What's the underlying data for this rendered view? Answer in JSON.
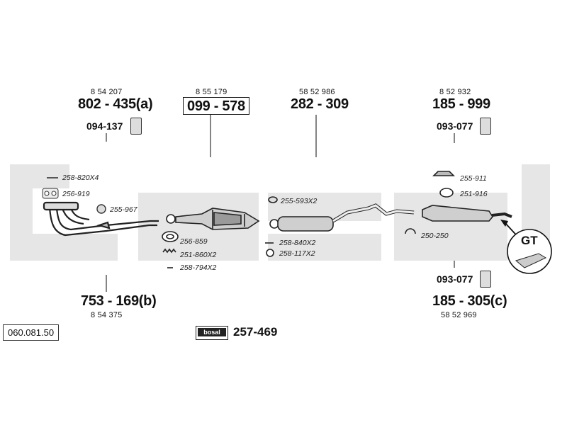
{
  "parts": [
    {
      "id": "p1",
      "ref": "8 54 207",
      "code": "802 - 435(a)"
    },
    {
      "id": "p2",
      "ref": "8 55 179",
      "code": "099 - 578"
    },
    {
      "id": "p3",
      "ref": "58 52 986",
      "code": "282 - 309"
    },
    {
      "id": "p4",
      "ref": "8 52 932",
      "code": "185 - 999"
    },
    {
      "id": "p5",
      "ref": "8 54 375",
      "code": "753 - 169(b)"
    },
    {
      "id": "p6",
      "ref": "58 52 969",
      "code": "185 - 305(c)"
    }
  ],
  "brackets": {
    "left_top": "094-137",
    "right_top": "093-077",
    "right_bottom": "093-077"
  },
  "small_parts": {
    "s258_820": "258-820X4",
    "s256_919": "256-919",
    "s255_967": "255-967",
    "s256_859": "256-859",
    "s251_860": "251-860X2",
    "s258_794": "258-794X2",
    "s255_593": "255-593X2",
    "s258_840": "258-840X2",
    "s258_117": "258-117X2",
    "s255_911": "255-911",
    "s251_916": "251-916",
    "s250_250": "250-250"
  },
  "gt_label": "GT",
  "catalog_code": "060.081.50",
  "kit": {
    "brand": "bosal",
    "code": "257-469"
  },
  "colors": {
    "watermark": "#e6e6e6",
    "line": "#222222"
  }
}
